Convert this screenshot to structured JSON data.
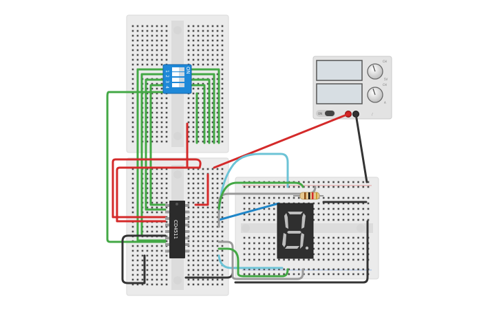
{
  "dip_switch": {
    "on_label": "ON",
    "numbers": [
      "1",
      "2",
      "3",
      "4"
    ],
    "color": "#1e88d8"
  },
  "ic": {
    "label": "CD4511",
    "color": "#2b2b2b"
  },
  "power_supply": {
    "knob_labels": [
      "CH",
      "CH"
    ],
    "unit_labels": [
      "5V",
      "A"
    ],
    "toggle_label": "ON",
    "brand_label": "/"
  },
  "colors": {
    "wire_red": "#d42a2a",
    "wire_green": "#43a845",
    "wire_blue": "#1f86c8",
    "wire_cyan": "#6cc3d6",
    "wire_gray": "#9a9a9a",
    "wire_black": "#333333",
    "breadboard": "#e9e9e9",
    "display_body": "#2f2f2f",
    "segment_lit": "#bdbdbd"
  }
}
